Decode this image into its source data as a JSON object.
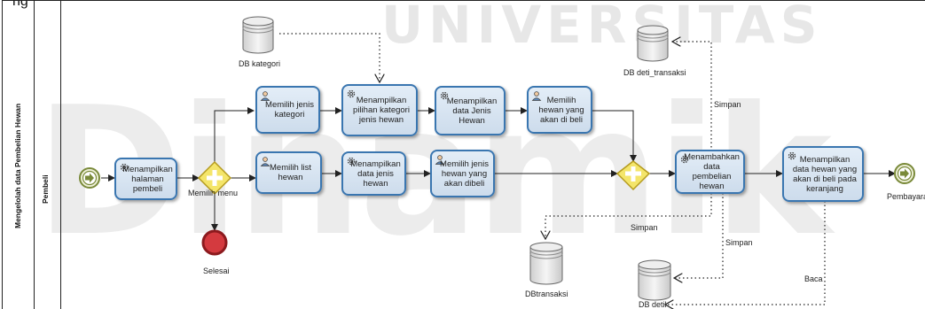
{
  "watermark": {
    "top": "UNIVERSITAS",
    "big": "Dinamik"
  },
  "title_partial": "ng",
  "pool": {
    "label": "Mengelolah data Pembelian Hewan"
  },
  "lane": {
    "label": "Pembeli"
  },
  "tasks": [
    {
      "id": "t1",
      "label": "Menampilkan halaman pembeli"
    },
    {
      "id": "t2",
      "label": "Memilih jenis kategori"
    },
    {
      "id": "t3",
      "label": "Menampilkan pilihan kategori jenis hewan"
    },
    {
      "id": "t4",
      "label": "Menampilkan data Jenis Hewan"
    },
    {
      "id": "t5",
      "label": "Memilih hewan yang akan di beli"
    },
    {
      "id": "t6",
      "label": "Memilih list hewan"
    },
    {
      "id": "t7",
      "label": "Menampilkan data jenis hewan"
    },
    {
      "id": "t8",
      "label": "Memilih jenis hewan yang akan dibeli"
    },
    {
      "id": "t9",
      "label": "Menambahkan data pembelian hewan"
    },
    {
      "id": "t10",
      "label": "Menampilkan data hewan yang akan di beli pada keranjang"
    }
  ],
  "gateways": {
    "g1_label": "Memilih menu"
  },
  "events": {
    "end_label": "Selesai",
    "next_label": "Pembayaran"
  },
  "datastores": {
    "kategori": "DB kategori",
    "detil_transaksi": "DB deti_transaksi",
    "transaksi": "DBtransaksi",
    "detil": "DB detil"
  },
  "flows": {
    "simpan1": "Simpan",
    "simpan2": "Simpan",
    "simpan3": "Simpan",
    "baca": "Baca"
  },
  "colors": {
    "task_border": "#3a76b0",
    "gateway": "#f2e05a",
    "start": "#7a8a3a",
    "end": "#c2272d"
  }
}
